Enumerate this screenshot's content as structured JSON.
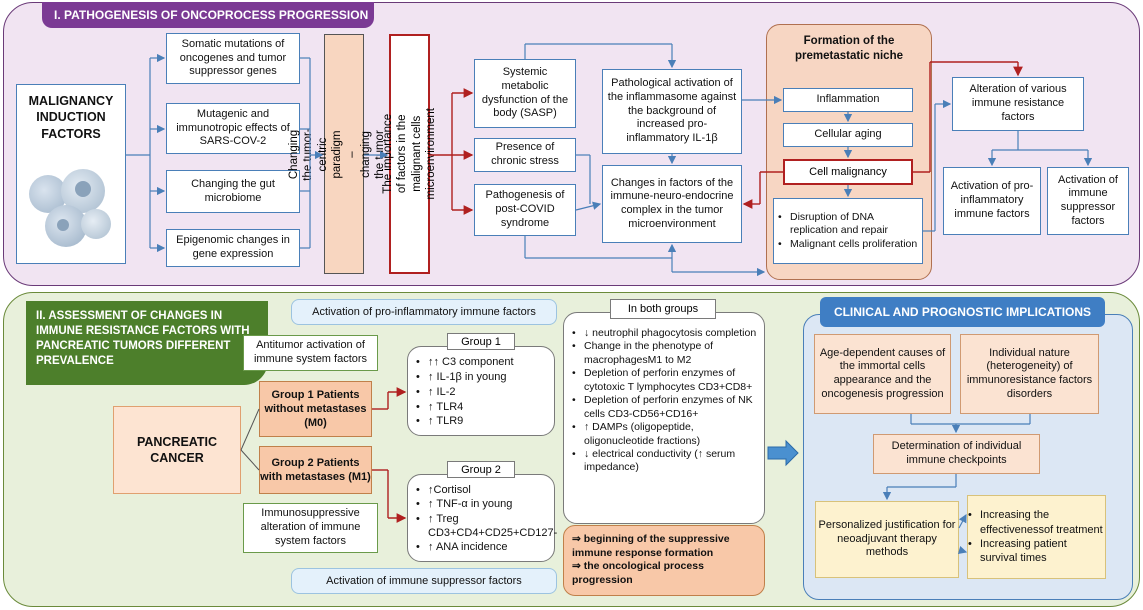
{
  "section1": {
    "header": "I. PATHOGENESIS OF ONCOPROCESS PROGRESSION",
    "malignancy": "MALIGNANCY INDUCTION FACTORS",
    "factors": [
      "Somatic mutations of oncogenes and tumor suppressor genes",
      "Mutagenic and immunotropic effects of SARS-COV-2",
      "Changing the gut microbiome",
      "Epigenomic changes in gene expression"
    ],
    "paradigm": "Changing the tumor-centric paradigm – changing the tumor ecosystem",
    "importance": "The importance of factors in the malignant cells microenvironment",
    "systemic": "Systemic metabolic dysfunction of the body (SASP)",
    "stress": "Presence of chronic stress",
    "postcovid": "Pathogenesis of post-COVID syndrome",
    "inflammasome": "Pathological activation of the inflammasome against the background of increased pro-inflammatory IL-1β",
    "neuro": "Changes in factors of the immune-neuro-endocrine complex in the tumor microenvironment",
    "niche_title": "Formation of the premetastatic niche",
    "inflammation": "Inflammation",
    "aging": "Cellular aging",
    "cell_malignancy": "Cell malignancy",
    "niche_bullets": [
      "Disruption of DNA replication and repair",
      "Malignant cells proliferation"
    ],
    "alteration": "Alteration of various immune resistance factors",
    "act_pro": "Activation of pro-inflammatory immune factors",
    "act_supp": "Activation of immune suppressor factors"
  },
  "section2": {
    "header": "II. ASSESSMENT OF CHANGES IN IMMUNE RESISTANCE FACTORS WITH PANCREATIC TUMORS DIFFERENT PREVALENCE",
    "act_pro_label": "Activation of pro-inflammatory immune factors",
    "act_supp_label": "Activation of immune suppressor factors",
    "antitumor": "Antitumor activation of immune system factors",
    "immunosuppressive": "Immunosuppressive alteration of immune system factors",
    "pancreatic": "PANCREATIC CANCER",
    "group1_box": "Group 1 Patients without metastases (M0)",
    "group2_box": "Group 2 Patients with metastases (M1)",
    "group1_title": "Group 1",
    "group1_items": [
      "↑↑ C3 component",
      "↑ IL-1β in young",
      "↑ IL-2",
      "↑ TLR4",
      "↑ TLR9"
    ],
    "group2_title": "Group 2",
    "group2_items": [
      "↑Cortisol",
      "↑ TNF-α in young",
      "↑ Treg CD3+CD4+CD25+CD127-",
      "↑ ANA incidence"
    ],
    "both_title": "In both groups",
    "both_items": [
      "↓ neutrophil phagocytosis completion",
      "Change in the phenotype of macrophagesM1 to M2",
      "Depletion of perforin enzymes of cytotoxic T lymphocytes CD3+CD8+",
      "Depletion of perforin enzymes of NK cells CD3-CD56+CD16+",
      "↑ DAMPs (oligopeptide, oligonucleotide fractions)",
      "↓ electrical conductivity (↑ serum impedance)"
    ],
    "conclusion_1": "⇒ beginning of the suppressive immune response formation",
    "conclusion_2": "⇒ the oncological process progression"
  },
  "clinical": {
    "header": "CLINICAL AND PROGNOSTIC IMPLICATIONS",
    "age_dependent": "Age-dependent causes of the immortal cells appearance and the oncogenesis progression",
    "individual_nature": "Individual nature (heterogeneity) of immunoresistance factors disorders",
    "checkpoints": "Determination of individual immune checkpoints",
    "personalized": "Personalized justification for neoadjuvant therapy methods",
    "outcomes": [
      "Increasing the effectivenessof treatment",
      "Increasing patient survival times"
    ]
  },
  "colors": {
    "panel1_bg": "#f1e4f2",
    "panel2_bg": "#e8f0db",
    "purple": "#7b3a94",
    "green": "#4d7f2b",
    "blue": "#3f7ec4",
    "red": "#b02020",
    "arrow_blue": "#4a7fb8"
  }
}
